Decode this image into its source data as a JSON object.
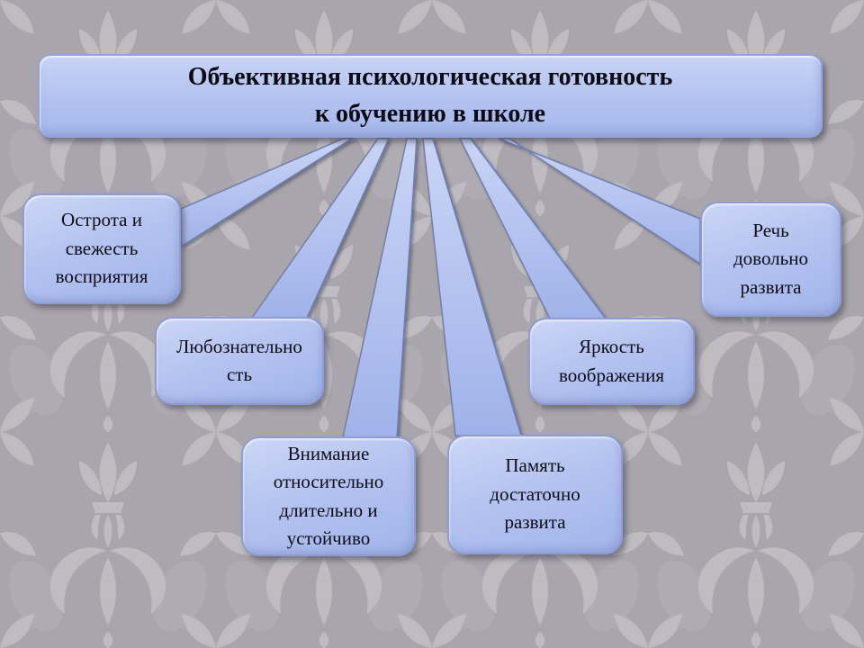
{
  "slide": {
    "kind": "presentation-diagram-slide",
    "background_base_color": "#a9a5ac",
    "background_pattern": "damask-floral",
    "background_pattern_color": "#c2bec5"
  },
  "title_box": {
    "text": "Объективная психологическая готовность\nк обучению в школе",
    "fill_light": "#c8d3f6",
    "fill_dark": "#a6b8ec",
    "border_color": "#94a3d8",
    "text_color": "#0b0b15"
  },
  "nodes": [
    {
      "label": "Острота и\nсвежесть\nвосприятия"
    },
    {
      "label": "Любознательно\nсть"
    },
    {
      "label": "Внимание\nотносительно\nдлительно и\nустойчиво"
    },
    {
      "label": "Память\nдостаточно\nразвита"
    },
    {
      "label": "Яркость\nвоображения"
    },
    {
      "label": "Речь\nдовольно\nразвита"
    }
  ],
  "connectors": {
    "count": 6,
    "style": "tapered-beam",
    "fill_light": "#c9d4f6",
    "fill_dark": "#a0b2e9",
    "stroke_color": "#6f7fae"
  }
}
